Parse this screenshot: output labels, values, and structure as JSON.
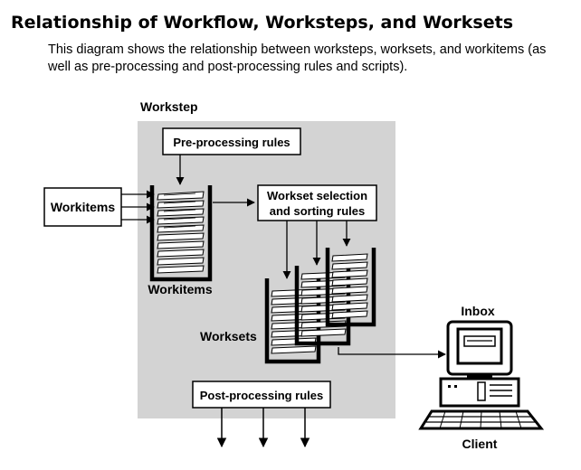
{
  "page": {
    "title": "Relationship of Workflow, Worksteps, and Worksets",
    "intro": "This diagram shows the relationship between worksteps, worksets, and workitems (as well as pre-processing and post-processing rules and scripts)."
  },
  "diagram": {
    "workstep_label": "Workstep",
    "preprocessing_label": "Pre-processing rules",
    "workitems_input_label": "Workitems",
    "workitems_stack_label": "Workitems",
    "workset_rules_label_line1": "Workset selection",
    "workset_rules_label_line2": "and sorting rules",
    "worksets_label": "Worksets",
    "postprocessing_label": "Post-processing rules",
    "inbox_label": "Inbox",
    "client_label": "Client",
    "colors": {
      "workstep_bg": "#d3d3d3",
      "line": "#000000",
      "fill": "#ffffff"
    }
  }
}
